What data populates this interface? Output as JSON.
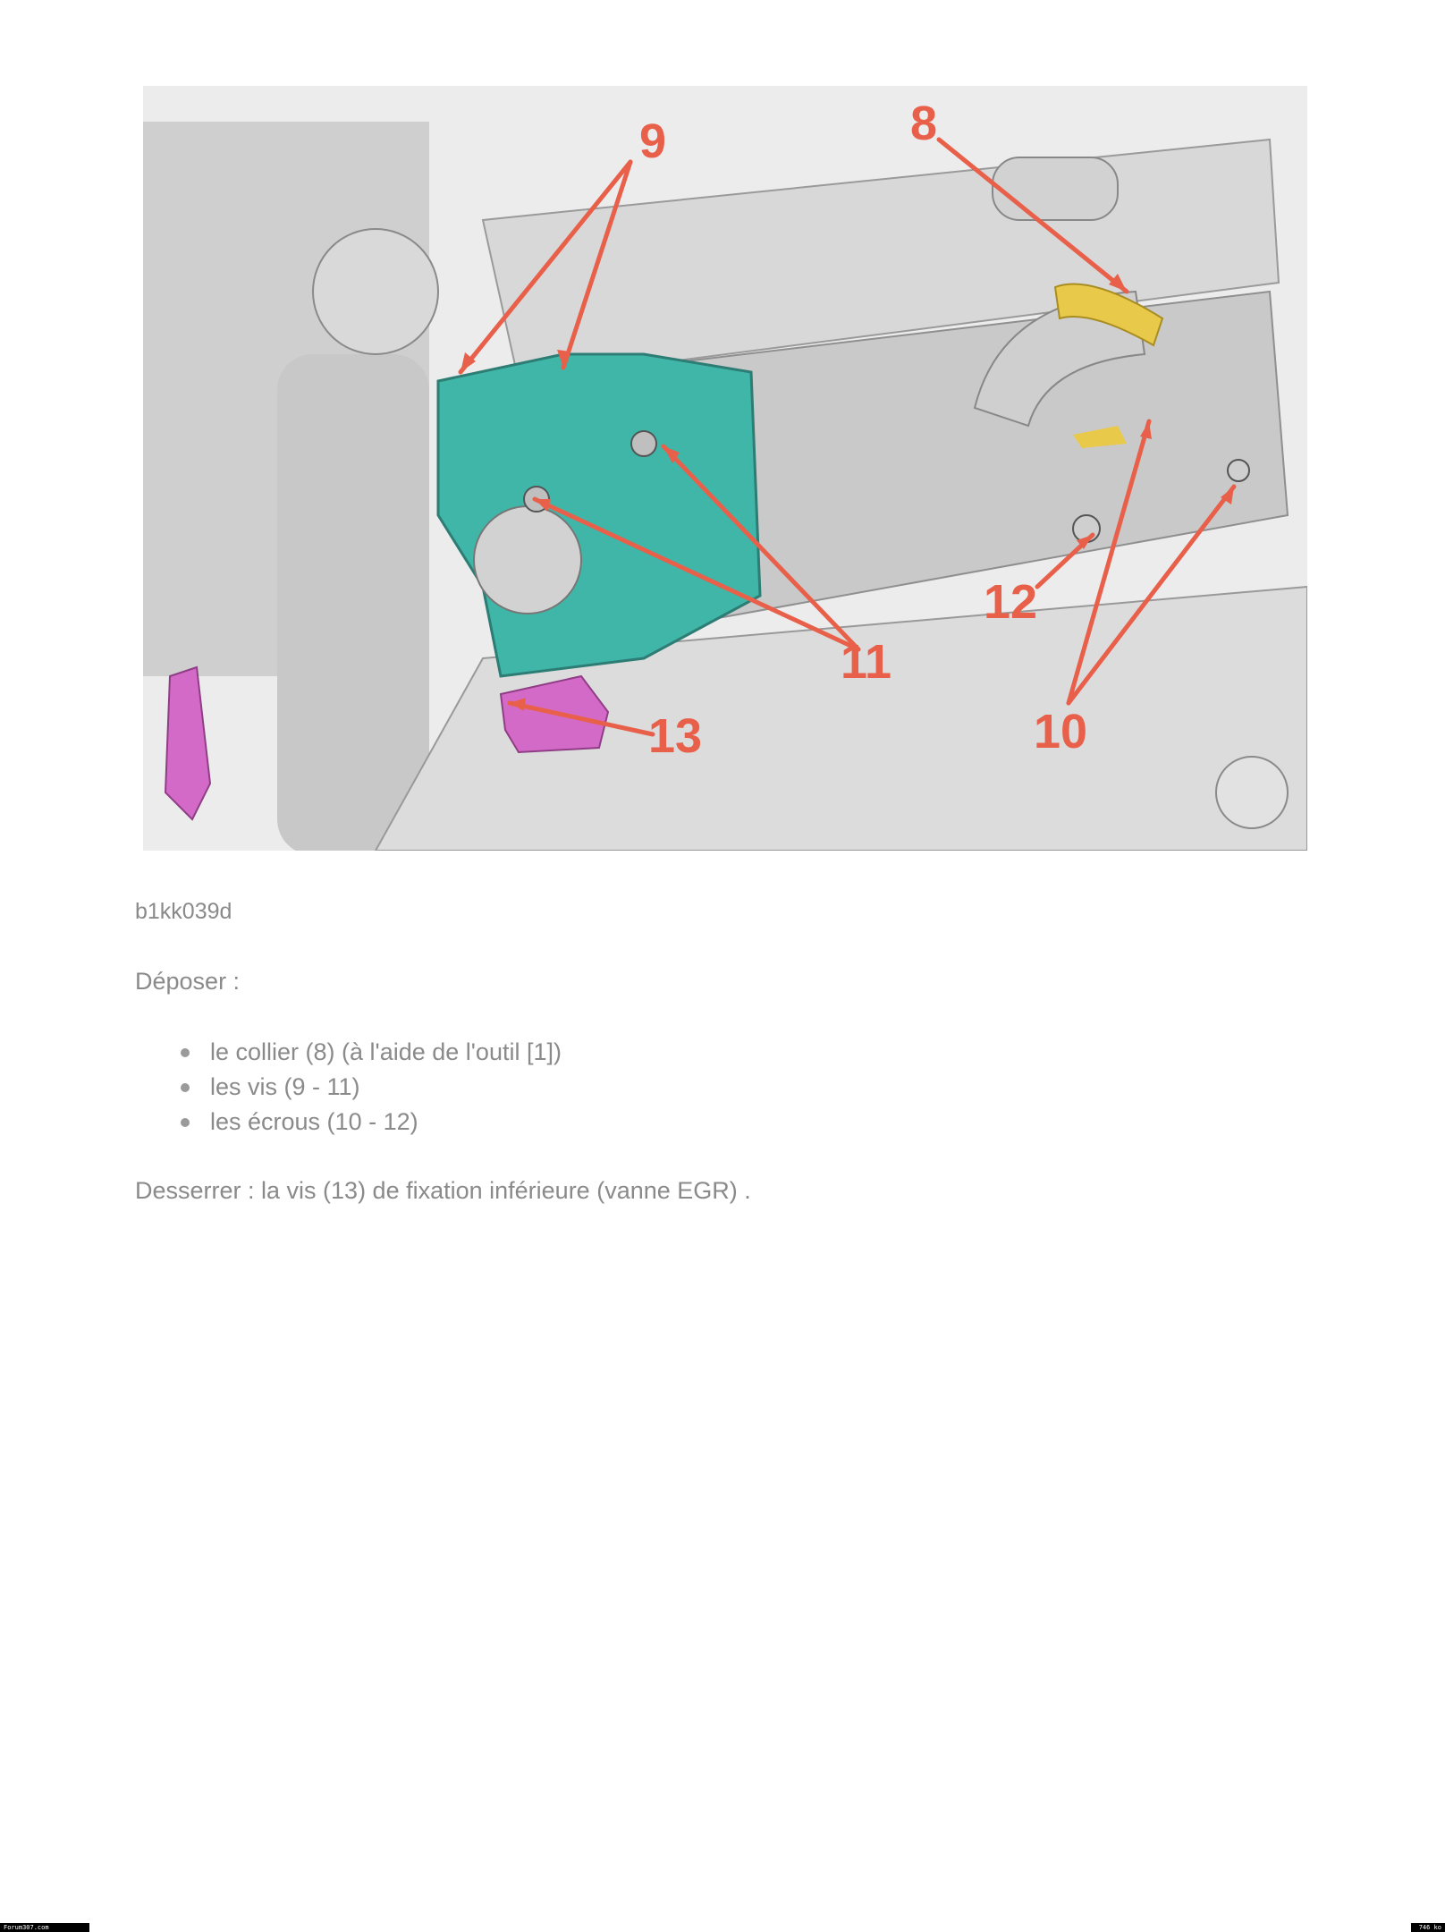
{
  "figure": {
    "callouts": [
      "9",
      "8",
      "11",
      "12",
      "13",
      "10"
    ],
    "colors": {
      "egr_valve": "#3fb6a8",
      "clamp": "#e9c94a",
      "lower_screw_part": "#d46ac8",
      "callout": "#e8604a",
      "engine_grey": "#d6d6d6"
    }
  },
  "caption": "b1kk039d",
  "intro": "Déposer :",
  "steps": [
    "le collier (8) (à l'aide de l'outil [1])",
    "les vis (9 - 11)",
    "les écrous (10 - 12)"
  ],
  "outro": "Desserrer : la vis (13) de fixation inférieure (vanne EGR) .",
  "footer": {
    "left": "Forum307.com",
    "right": "746 ko"
  }
}
